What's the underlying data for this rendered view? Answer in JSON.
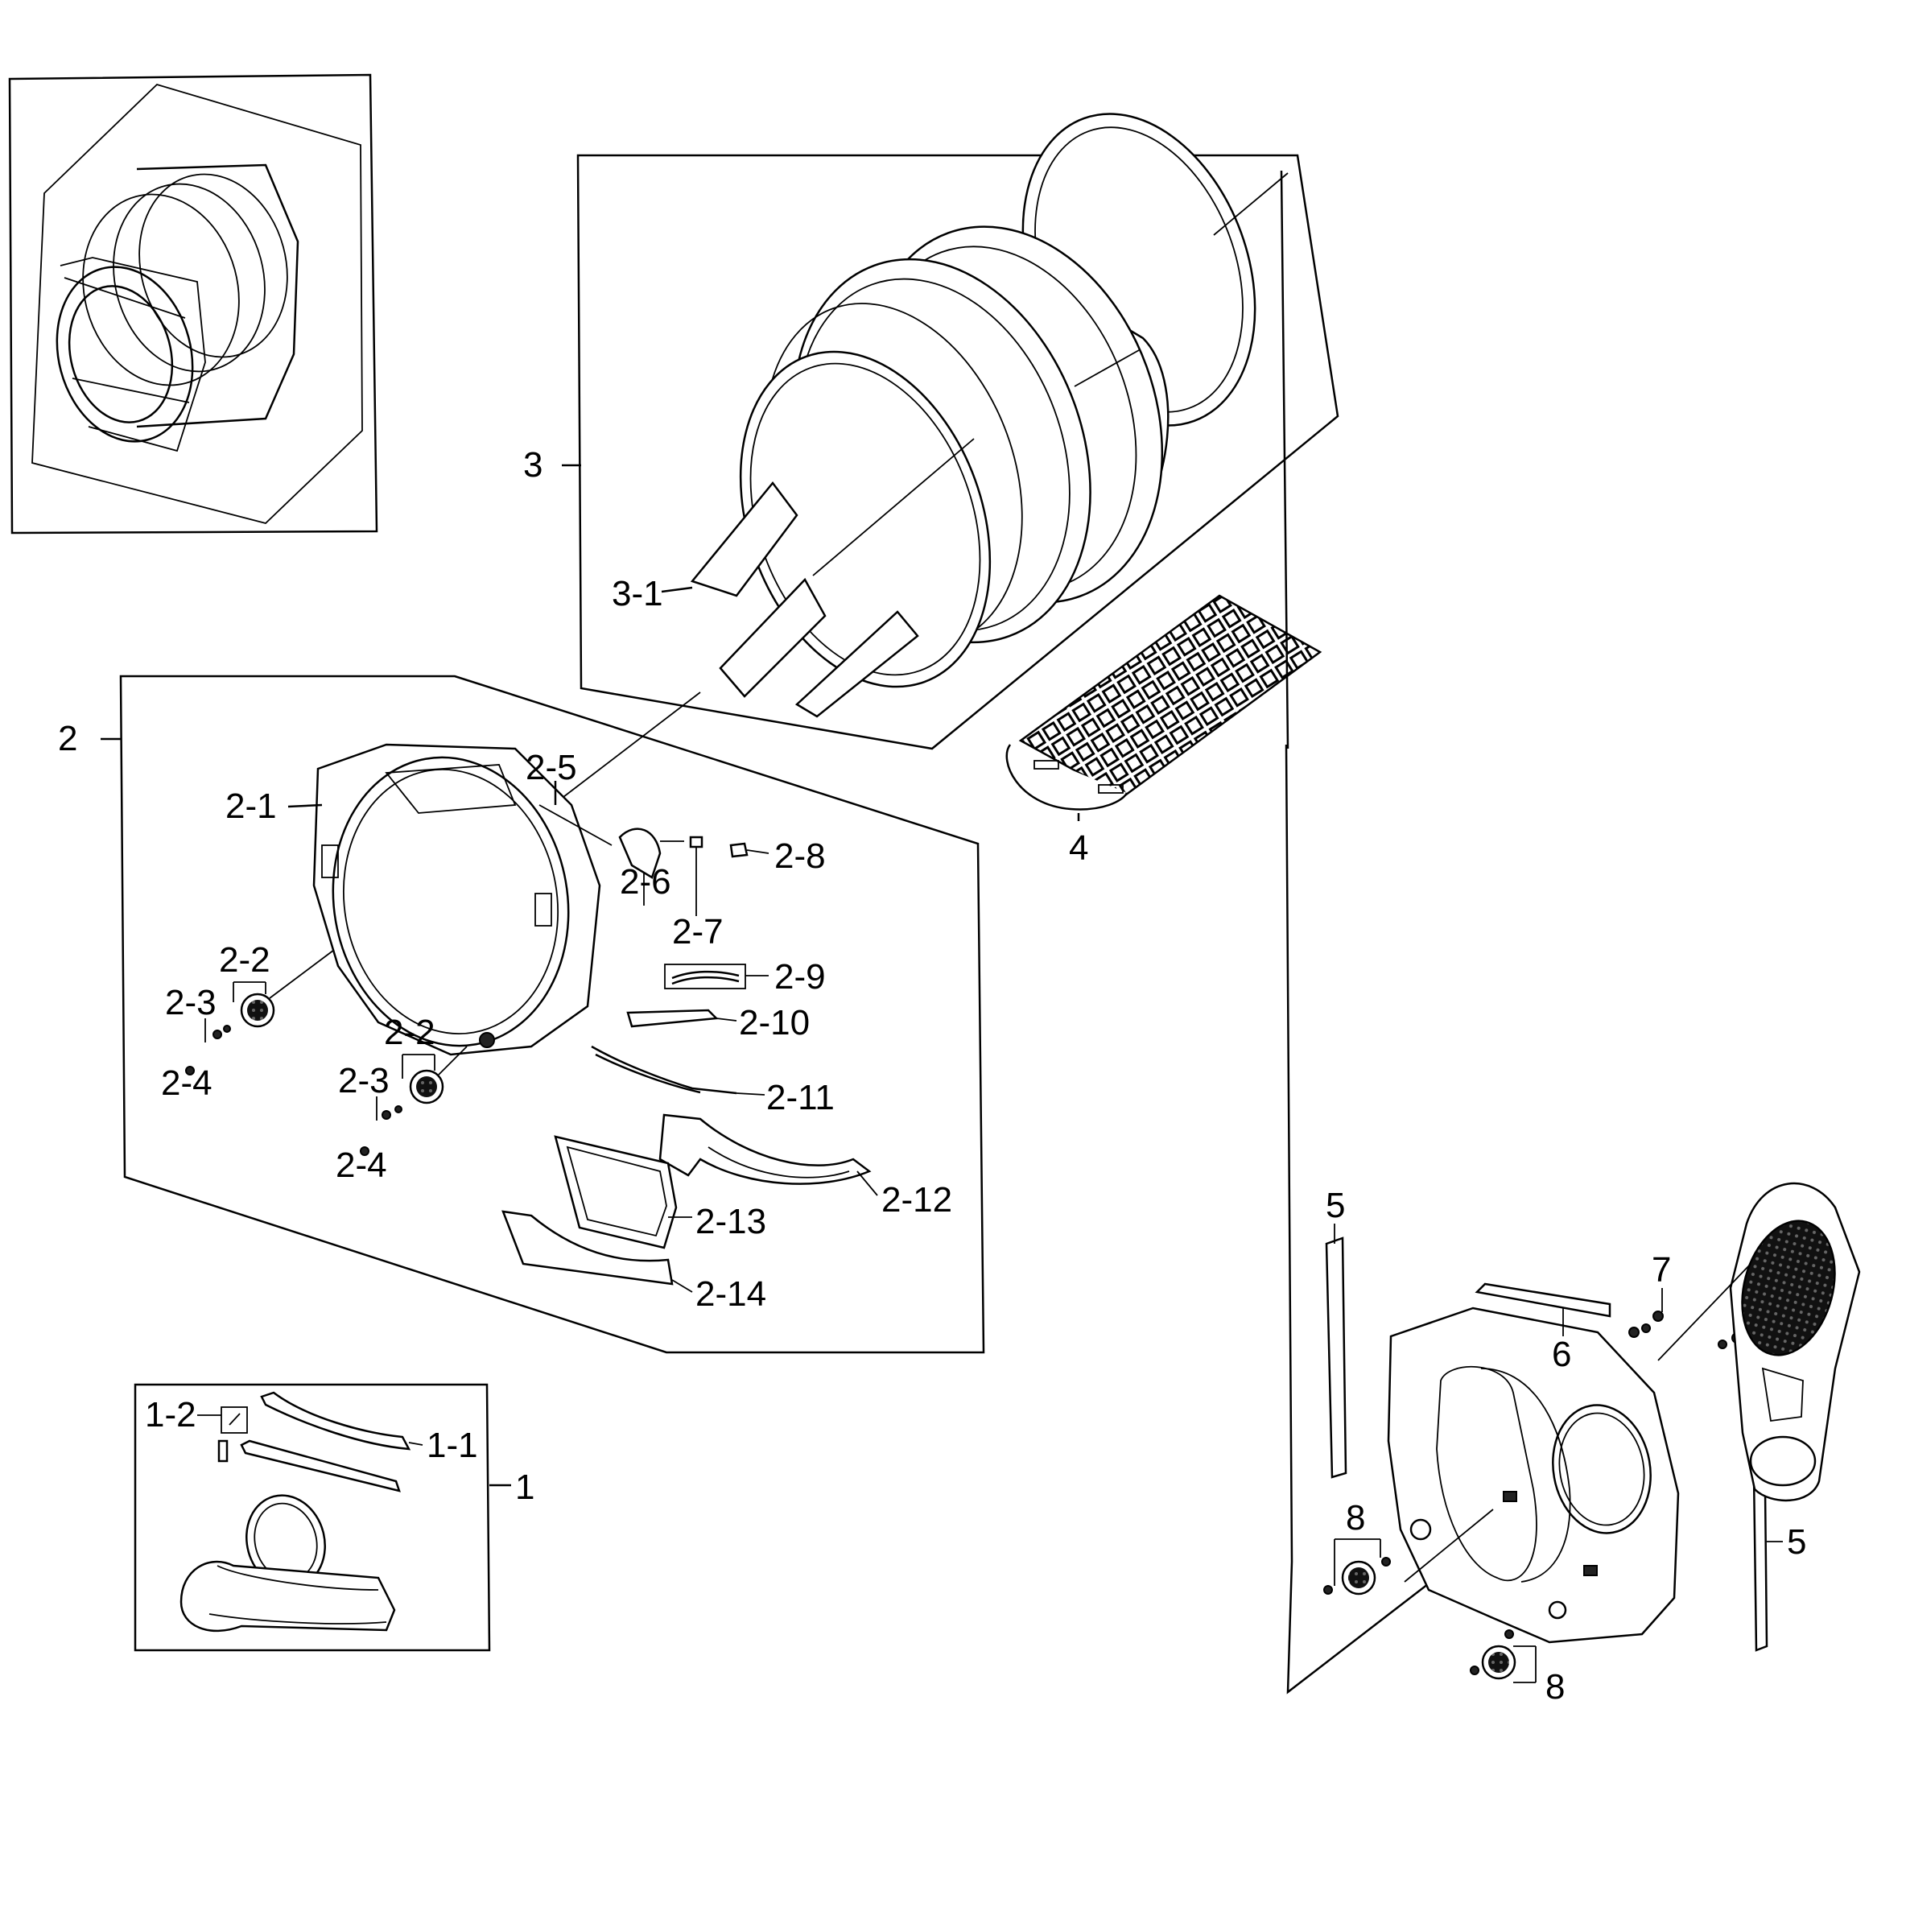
{
  "labels": [
    {
      "id": "1",
      "text": "1"
    },
    {
      "id": "1-1",
      "text": "1-1"
    },
    {
      "id": "1-2",
      "text": "1-2"
    },
    {
      "id": "2",
      "text": "2"
    },
    {
      "id": "2-1",
      "text": "2-1"
    },
    {
      "id": "2-2a",
      "text": "2-2"
    },
    {
      "id": "2-2b",
      "text": "2-2"
    },
    {
      "id": "2-3a",
      "text": "2-3"
    },
    {
      "id": "2-3b",
      "text": "2-3"
    },
    {
      "id": "2-4a",
      "text": "2-4"
    },
    {
      "id": "2-4b",
      "text": "2-4"
    },
    {
      "id": "2-5",
      "text": "2-5"
    },
    {
      "id": "2-6",
      "text": "2-6"
    },
    {
      "id": "2-7",
      "text": "2-7"
    },
    {
      "id": "2-8",
      "text": "2-8"
    },
    {
      "id": "2-9",
      "text": "2-9"
    },
    {
      "id": "2-10",
      "text": "2-10"
    },
    {
      "id": "2-11",
      "text": "2-11"
    },
    {
      "id": "2-12",
      "text": "2-12"
    },
    {
      "id": "2-13",
      "text": "2-13"
    },
    {
      "id": "2-14",
      "text": "2-14"
    },
    {
      "id": "3",
      "text": "3"
    },
    {
      "id": "3-1",
      "text": "3-1"
    },
    {
      "id": "4",
      "text": "4"
    },
    {
      "id": "5a",
      "text": "5"
    },
    {
      "id": "5b",
      "text": "5"
    },
    {
      "id": "6",
      "text": "6"
    },
    {
      "id": "7",
      "text": "7"
    },
    {
      "id": "8a",
      "text": "8"
    },
    {
      "id": "8b",
      "text": "8"
    }
  ]
}
